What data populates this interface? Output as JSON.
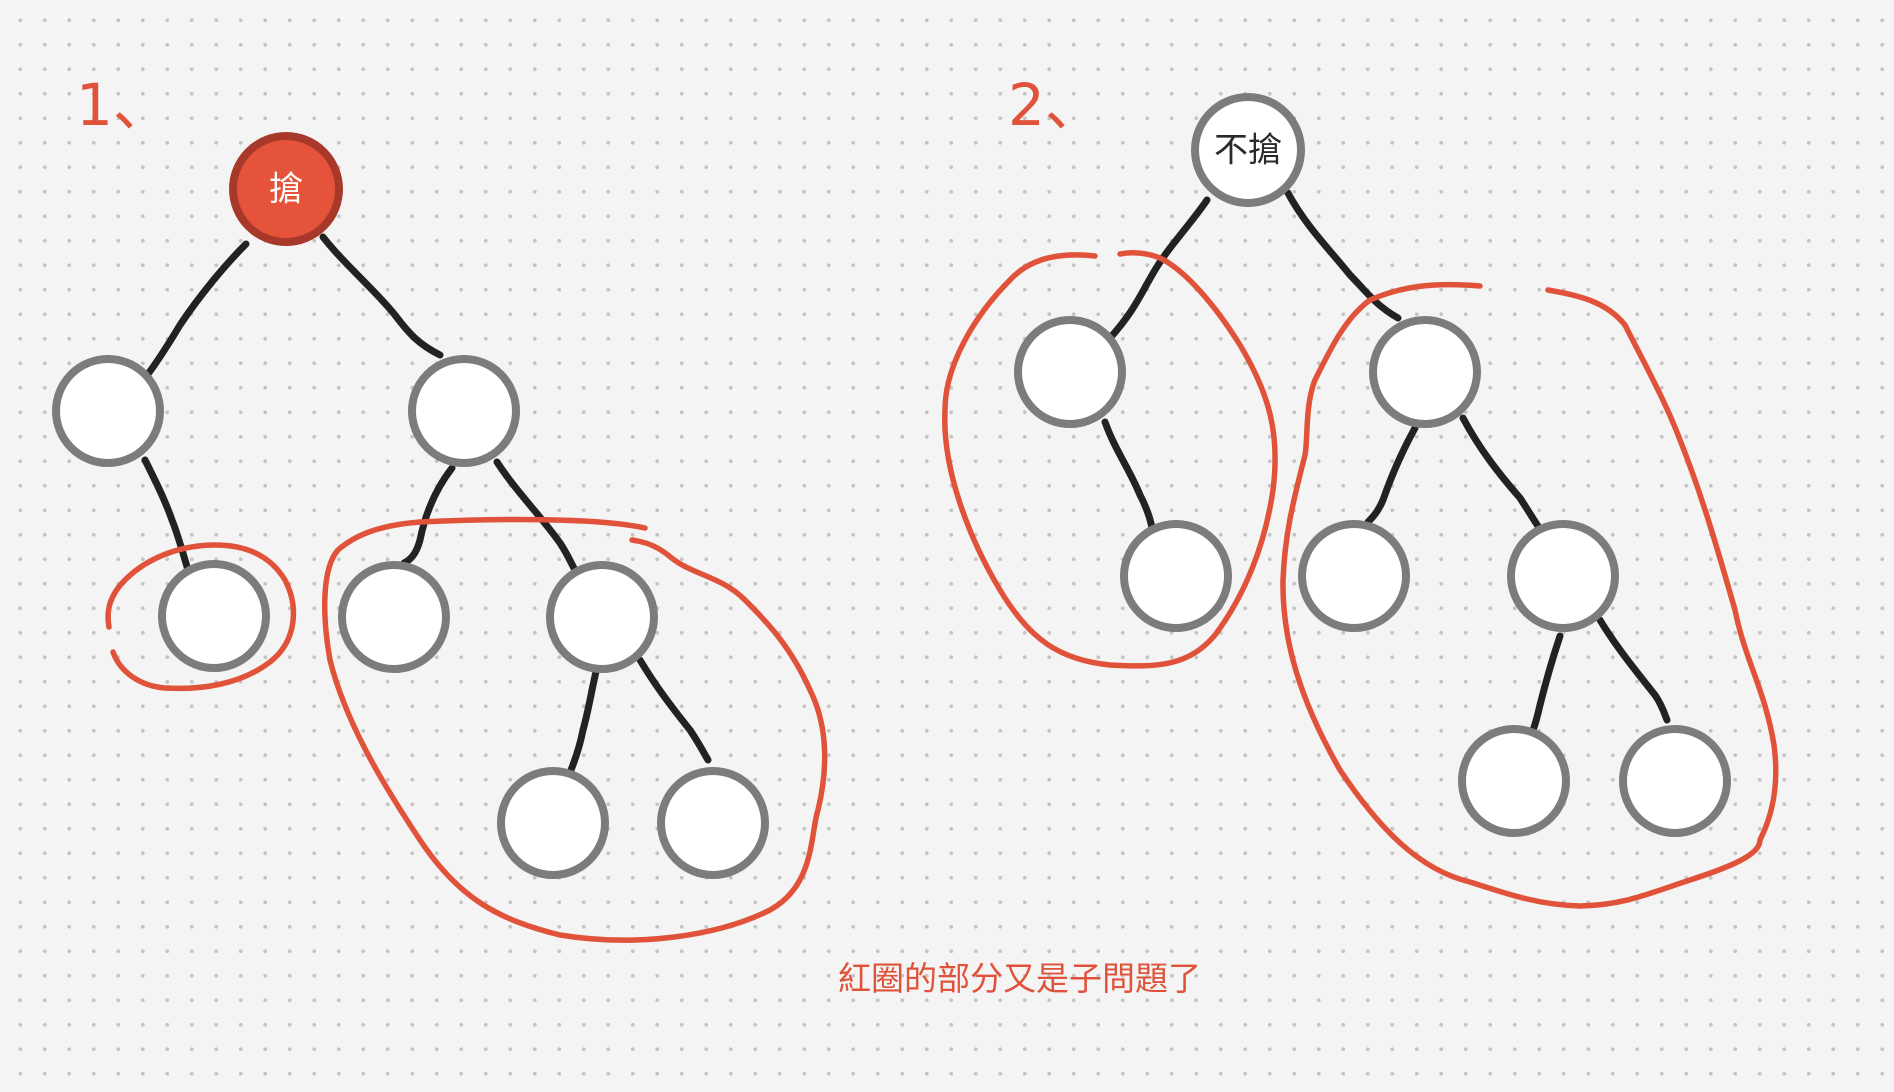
{
  "colors": {
    "accent_red": "#e0533a",
    "root_fill_red": "#e4533a",
    "root_stroke_red": "#a8392a",
    "node_stroke": "#7c7c7c",
    "node_fill": "#ffffff",
    "edge": "#222222"
  },
  "tree1": {
    "number_label": "1、",
    "root_label": "搶"
  },
  "tree2": {
    "number_label": "2、",
    "root_label": "不搶"
  },
  "caption": "紅圈的部分又是子問題了"
}
